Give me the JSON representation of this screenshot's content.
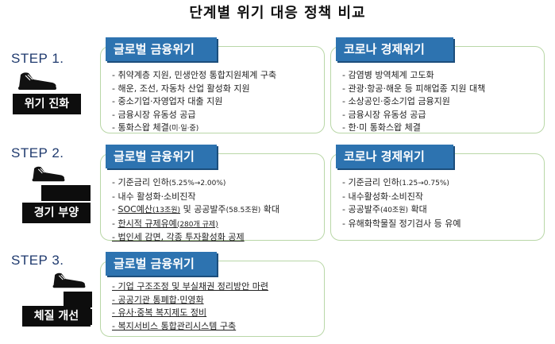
{
  "title": "단계별 위기 대응 정책 비교",
  "steps": [
    {
      "label": "STEP 1.",
      "stage": "위기 진화",
      "left": {
        "header": "글로벌 금융위기",
        "items": [
          "취약계층 지원, 민생안정 통합지원체계 구축",
          "해운, 조선, 자동차 산업 활성화 지원",
          "중소기업·자영업자 대출 지원",
          "금융시장 유동성 공급",
          {
            "main": "통화스왑 체결",
            "small": "(미·일·중)"
          }
        ]
      },
      "right": {
        "header": "코로나 경제위기",
        "items": [
          "감염병 방역체계 고도화",
          "관광·항공·해운 등 피해업종 지원 대책",
          "소상공인·중소기업 금융지원",
          "금융시장 유동성 공급",
          "한·미 통화스왑 체결"
        ]
      }
    },
    {
      "label": "STEP 2.",
      "stage": "경기 부양",
      "left": {
        "header": "글로벌 금융위기",
        "items": [
          {
            "main": "기준금리 인하",
            "small": "(5.25%→2.00%)"
          },
          "내수 활성화·소비진작",
          {
            "parts": [
              {
                "t": "SOC예산",
                "u": true
              },
              {
                "t": "(13조원)",
                "u": true,
                "s": true
              },
              {
                "t": " 및 공공발주",
                "u": false
              },
              {
                "t": "(58.5조원)",
                "u": false,
                "s": true
              },
              {
                "t": " 확대",
                "u": false
              }
            ]
          },
          {
            "parts": [
              {
                "t": "한시적 규제유예",
                "u": true
              },
              {
                "t": "(280개 규제)",
                "u": true,
                "s": true
              }
            ]
          },
          {
            "underline": true,
            "text": "법인세 감면, 각종 투자활성화 공제"
          }
        ]
      },
      "right": {
        "header": "코로나 경제위기",
        "items": [
          {
            "main": "기준금리 인하",
            "small": "(1.25→0.75%)"
          },
          "내수활성화·소비진작",
          {
            "main": "공공발주",
            "small": "(40조원)",
            "tail": " 확대"
          },
          "유해화학물질 정기검사 등 유예"
        ]
      }
    },
    {
      "label": "STEP 3.",
      "stage": "체질 개선",
      "left": {
        "header": "글로벌 금융위기",
        "items": [
          {
            "underline": true,
            "text": "기업 구조조정 및 부실채권 정리방안 마련"
          },
          {
            "underline": true,
            "text": "공공기관 통폐합·민영화"
          },
          {
            "underline": true,
            "text": "유사·중복 복지제도 정비"
          },
          {
            "underline": true,
            "text": "복지서비스 통합관리시스템 구축"
          }
        ]
      }
    }
  ],
  "colors": {
    "header_bg": "#2d73b0",
    "box_border": "#b9d7a7",
    "step_text": "#1f3a6e",
    "badge_bg": "#0d0d0d"
  },
  "icons": [
    "sneaker-icon",
    "stair-step-icon"
  ]
}
